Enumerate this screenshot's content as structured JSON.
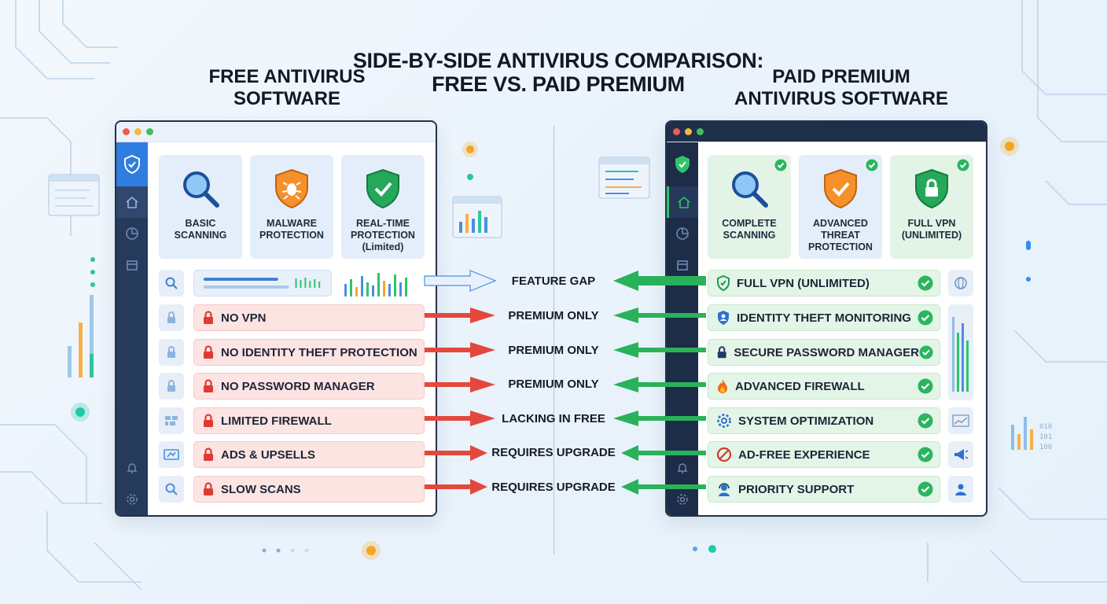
{
  "header": {
    "title_line1": "SIDE-BY-SIDE ANTIVIRUS COMPARISON:",
    "title_line2": "FREE VS. PAID PREMIUM",
    "left_title_line1": "FREE ANTIVIRUS",
    "left_title_line2": "SOFTWARE",
    "right_title_line1": "PAID PREMIUM",
    "right_title_line2": "ANTIVIRUS SOFTWARE"
  },
  "free_window": {
    "cards": [
      {
        "label": "BASIC SCANNING",
        "icon": "magnifier-icon"
      },
      {
        "label": "MALWARE PROTECTION",
        "icon": "bug-shield-icon"
      },
      {
        "label": "REAL-TIME PROTECTION (Limited)",
        "icon": "check-shield-icon"
      }
    ],
    "rows": [
      {
        "label": "NO VPN",
        "side_icon": "lock-icon"
      },
      {
        "label": "NO IDENTITY THEFT PROTECTION",
        "side_icon": "lock-icon"
      },
      {
        "label": "NO PASSWORD MANAGER",
        "side_icon": "lock-icon"
      },
      {
        "label": "LIMITED FIREWALL",
        "side_icon": "firewall-icon"
      },
      {
        "label": "ADS & UPSELLS",
        "side_icon": "ad-icon"
      },
      {
        "label": "SLOW SCANS",
        "side_icon": "search-icon"
      }
    ]
  },
  "paid_window": {
    "cards": [
      {
        "label": "COMPLETE SCANNING",
        "icon": "magnifier-icon"
      },
      {
        "label": "ADVANCED THREAT PROTECTION",
        "icon": "check-shield-icon"
      },
      {
        "label": "FULL VPN (UNLIMITED)",
        "icon": "lock-shield-icon"
      }
    ],
    "rows": [
      {
        "label": "FULL VPN (UNLIMITED)",
        "icon": "shield-icon"
      },
      {
        "label": "IDENTITY THEFT MONITORING",
        "icon": "identity-icon"
      },
      {
        "label": "SECURE PASSWORD MANAGER",
        "icon": "lock-icon"
      },
      {
        "label": "ADVANCED FIREWALL",
        "icon": "flame-icon"
      },
      {
        "label": "SYSTEM OPTIMIZATION",
        "icon": "gear-icon"
      },
      {
        "label": "AD-FREE EXPERIENCE",
        "icon": "no-ads-icon"
      },
      {
        "label": "PRIORITY SUPPORT",
        "icon": "support-icon"
      }
    ]
  },
  "center_labels": [
    "FEATURE GAP",
    "PREMIUM ONLY",
    "PREMIUM ONLY",
    "PREMIUM ONLY",
    "LACKING IN FREE",
    "REQUIRES UPGRADE",
    "REQUIRES UPGRADE"
  ],
  "colors": {
    "free_accent": "#2f7de0",
    "free_row": "#fce4e2",
    "paid_row": "#e3f5e7",
    "arrow_red": "#e4483d",
    "arrow_green": "#29b25a",
    "arrow_blue": "#4a8fe0"
  }
}
